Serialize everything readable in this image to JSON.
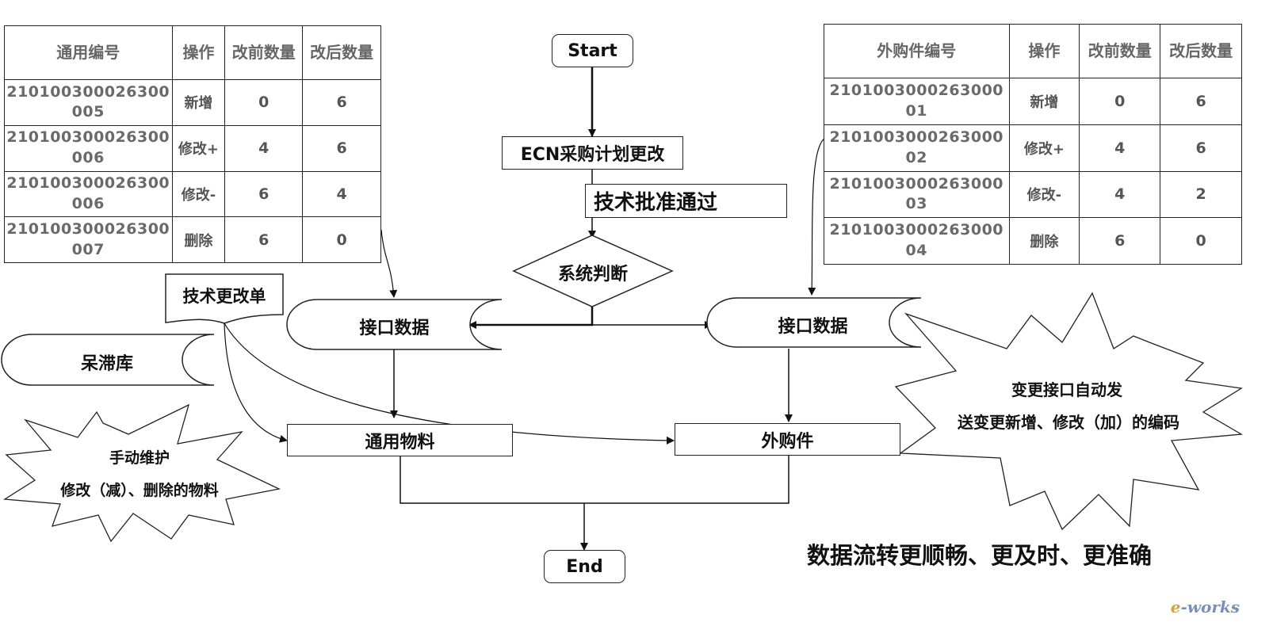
{
  "left_table": {
    "headers": [
      "通用编号",
      "操作",
      "改前数量",
      "改后数量"
    ],
    "rows": [
      {
        "code": "210100300026300005",
        "op": "新增",
        "before": "0",
        "after": "6"
      },
      {
        "code": "210100300026300006",
        "op": "修改+",
        "before": "4",
        "after": "6"
      },
      {
        "code": "210100300026300006",
        "op": "修改-",
        "before": "6",
        "after": "4"
      },
      {
        "code": "210100300026300007",
        "op": "删除",
        "before": "6",
        "after": "0"
      }
    ]
  },
  "right_table": {
    "headers": [
      "外购件编号",
      "操作",
      "改前数量",
      "改后数量"
    ],
    "rows": [
      {
        "code": "210100300026300001",
        "op": "新增",
        "before": "0",
        "after": "6"
      },
      {
        "code": "210100300026300002",
        "op": "修改+",
        "before": "4",
        "after": "6"
      },
      {
        "code": "210100300026300003",
        "op": "修改-",
        "before": "4",
        "after": "2"
      },
      {
        "code": "210100300026300004",
        "op": "删除",
        "before": "6",
        "after": "0"
      }
    ]
  },
  "flow": {
    "start": "Start",
    "ecn": "ECN采购计划更改",
    "approval": "技术批准通过",
    "decision": "系统判断",
    "interface_left": "接口数据",
    "interface_right": "接口数据",
    "tech_change_doc": "技术更改单",
    "sluggish_store": "呆滞库",
    "general_material": "通用物料",
    "purchased_part": "外购件",
    "end": "End"
  },
  "notes": {
    "manual_line1": "手动维护",
    "manual_line2": "修改（减）、删除的物料",
    "auto_line1": "变更接口自动发",
    "auto_line2": "送变更新增、修改（加）的编码",
    "slogan": "数据流转更顺畅、更及时、更准确"
  },
  "logo": {
    "text_a": "e",
    "text_b": "-works"
  },
  "colors": {
    "line": "#222222",
    "table_text": "#666666",
    "logo": "#c8a64a"
  }
}
